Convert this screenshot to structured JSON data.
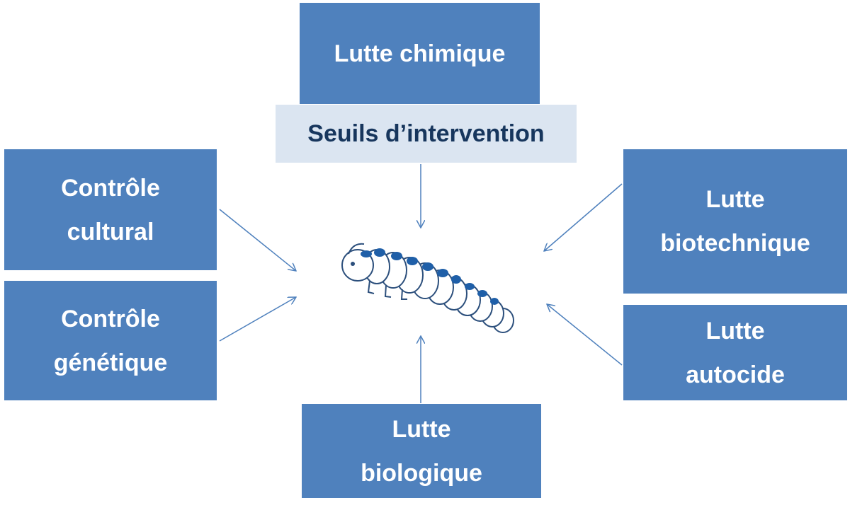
{
  "boxes": {
    "chimique": {
      "line1": "Lutte chimique"
    },
    "seuils": {
      "line1": "Seuils d’intervention"
    },
    "cultural": {
      "line1": "Contrôle",
      "line2": "cultural"
    },
    "genetique": {
      "line1": "Contrôle",
      "line2": "génétique"
    },
    "biotechnique": {
      "line1": "Lutte",
      "line2": "biotechnique"
    },
    "autocide": {
      "line1": "Lutte",
      "line2": "autocide"
    },
    "biologique": {
      "line1": "Lutte",
      "line2": "biologique"
    }
  },
  "colors": {
    "box_fill": "#4f81bd",
    "threshold_fill": "#dbe5f1",
    "threshold_text": "#17365d",
    "arrow": "#4f81bd",
    "caterpillar_spots": "#1f5fa8"
  }
}
